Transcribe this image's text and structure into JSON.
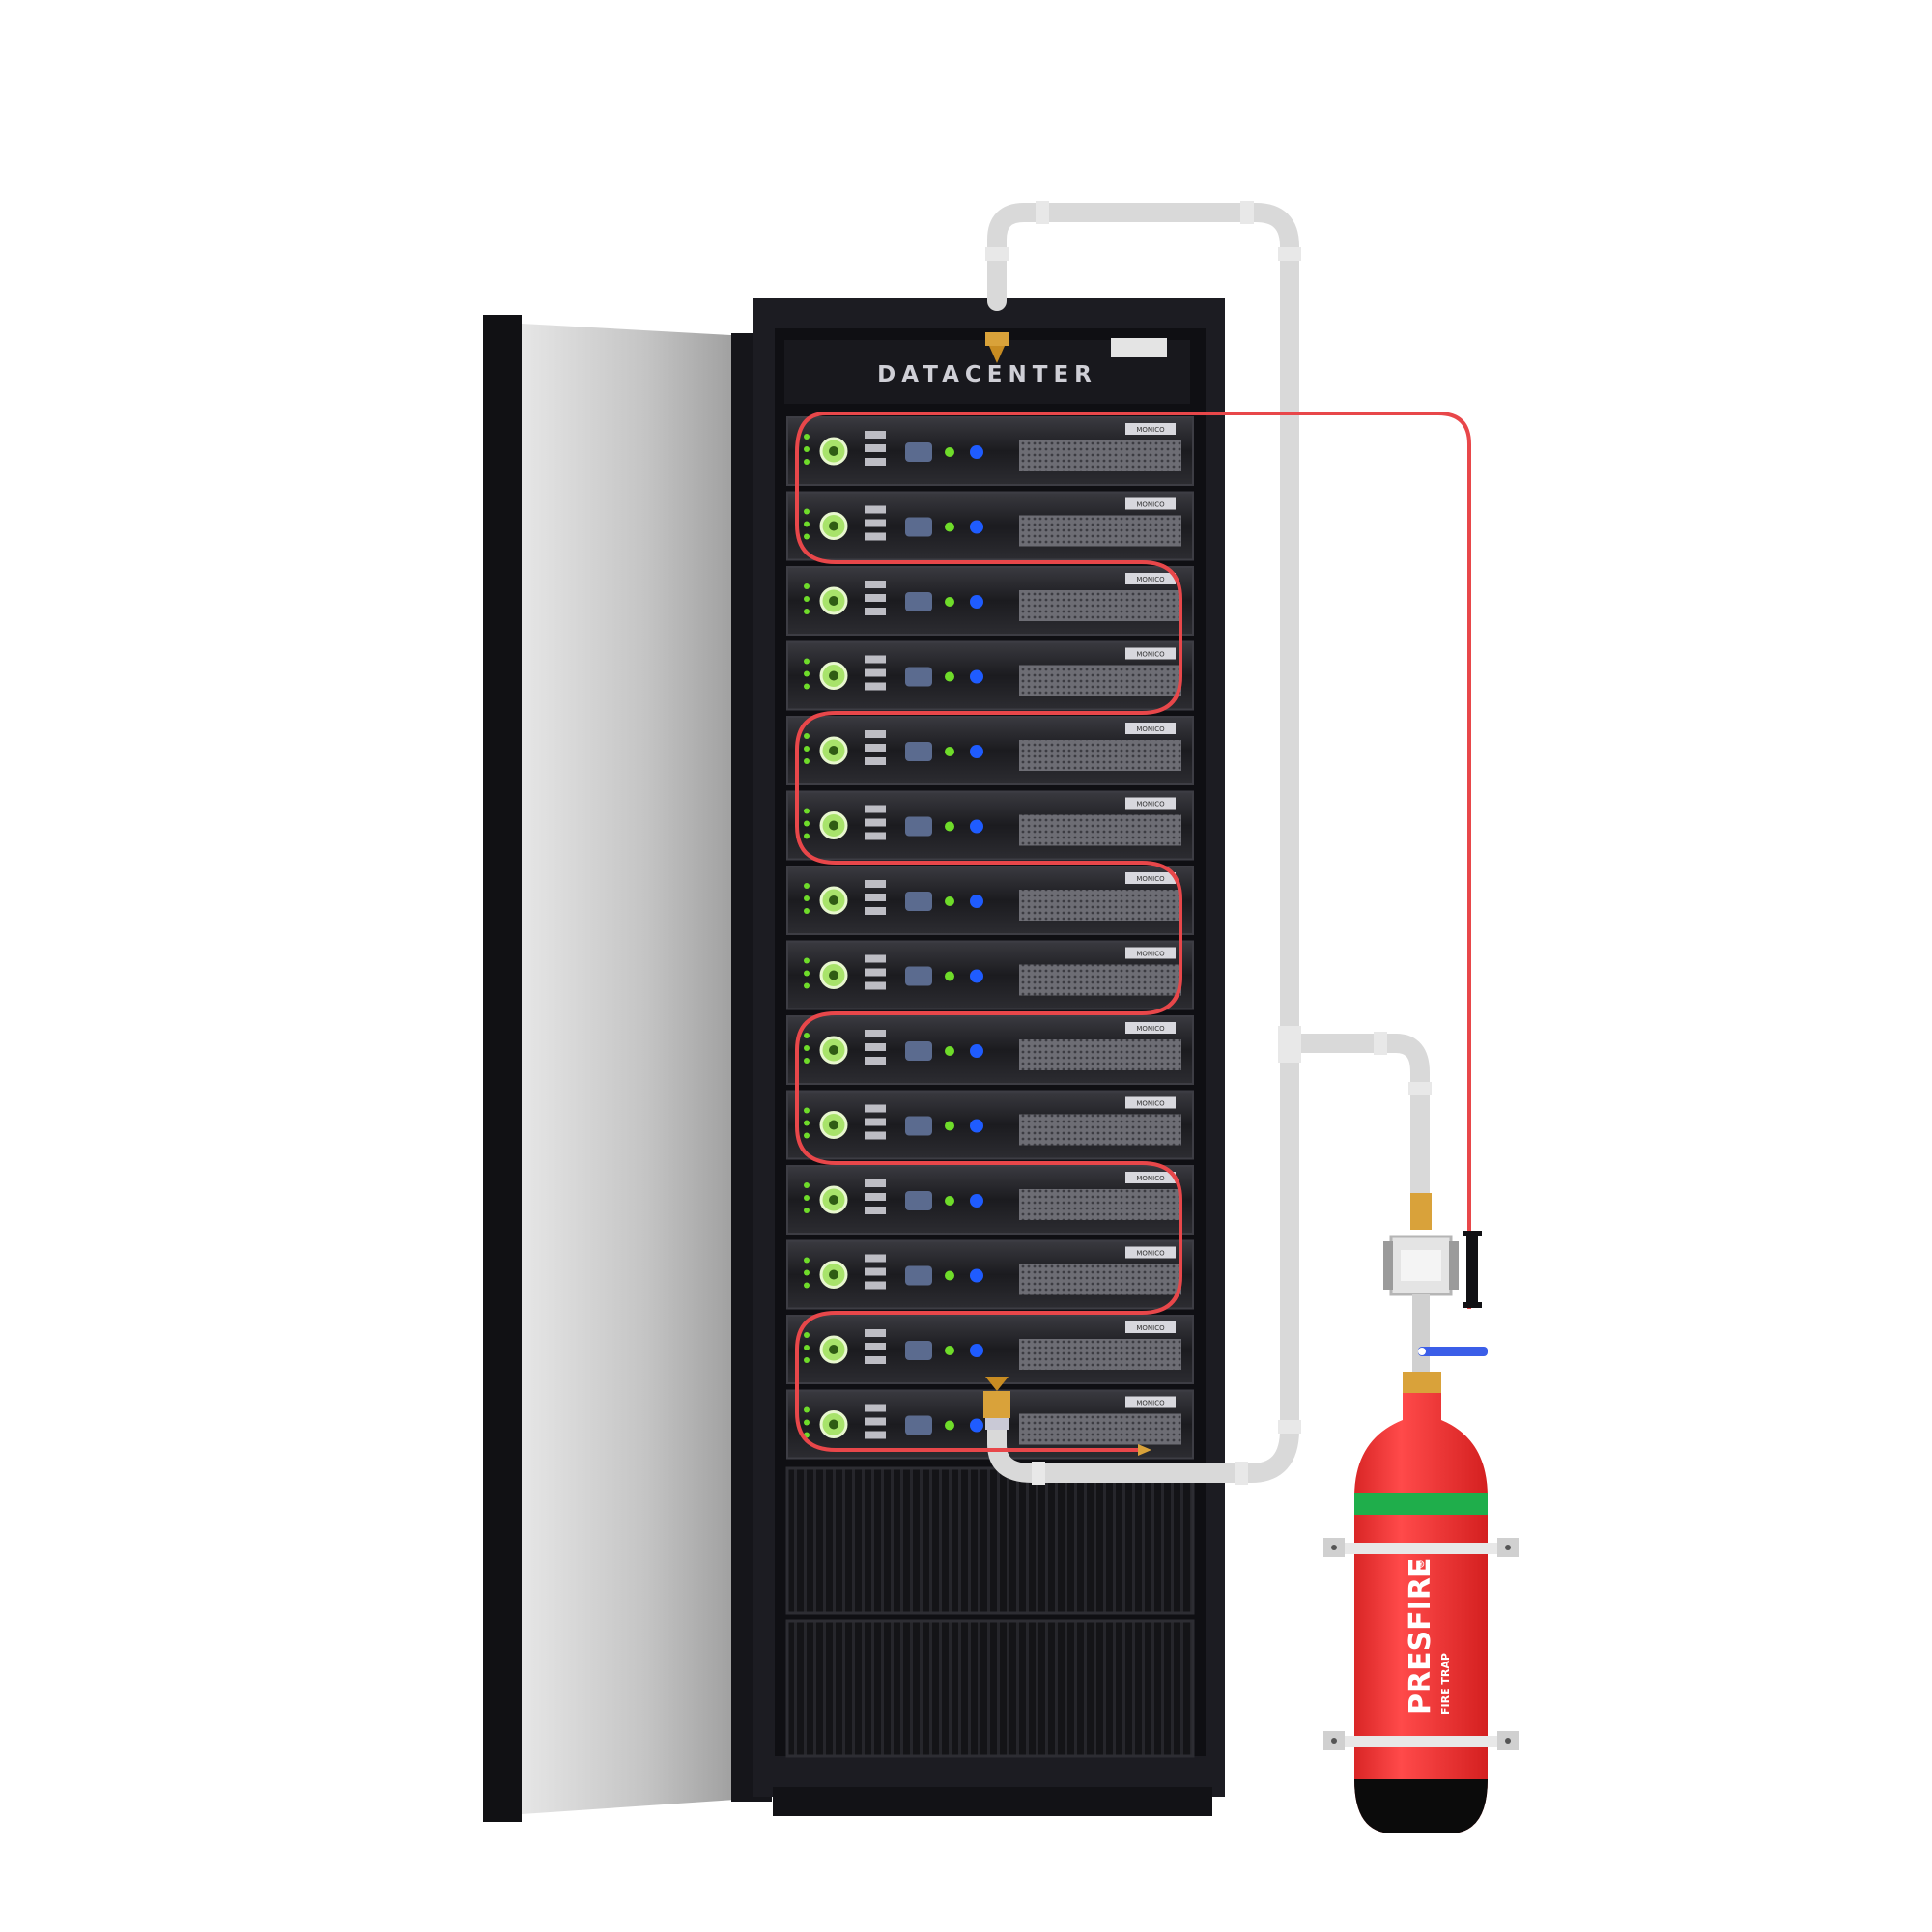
{
  "rack": {
    "brand_label": "DATACENTER",
    "server_units": 14,
    "server_badge_label": "MONICO",
    "colors": {
      "frame": "#1c1c22",
      "door_panel": "#c9c9c9",
      "led_green": "#6fdc2a",
      "led_blue": "#1f5cff"
    }
  },
  "system": {
    "detection_tube_color": "#e8474a",
    "pipe_color": "#d9d9d9",
    "valve_handle_color": "#3b5ee8",
    "nozzle_color": "#d9a23a"
  },
  "cylinder": {
    "brand": "PRESFIRE",
    "trademark": "®",
    "subtitle": "FIRE TRAP",
    "body_color": "#f03232",
    "band_color": "#1fae4b",
    "base_color": "#0b0b0b"
  }
}
